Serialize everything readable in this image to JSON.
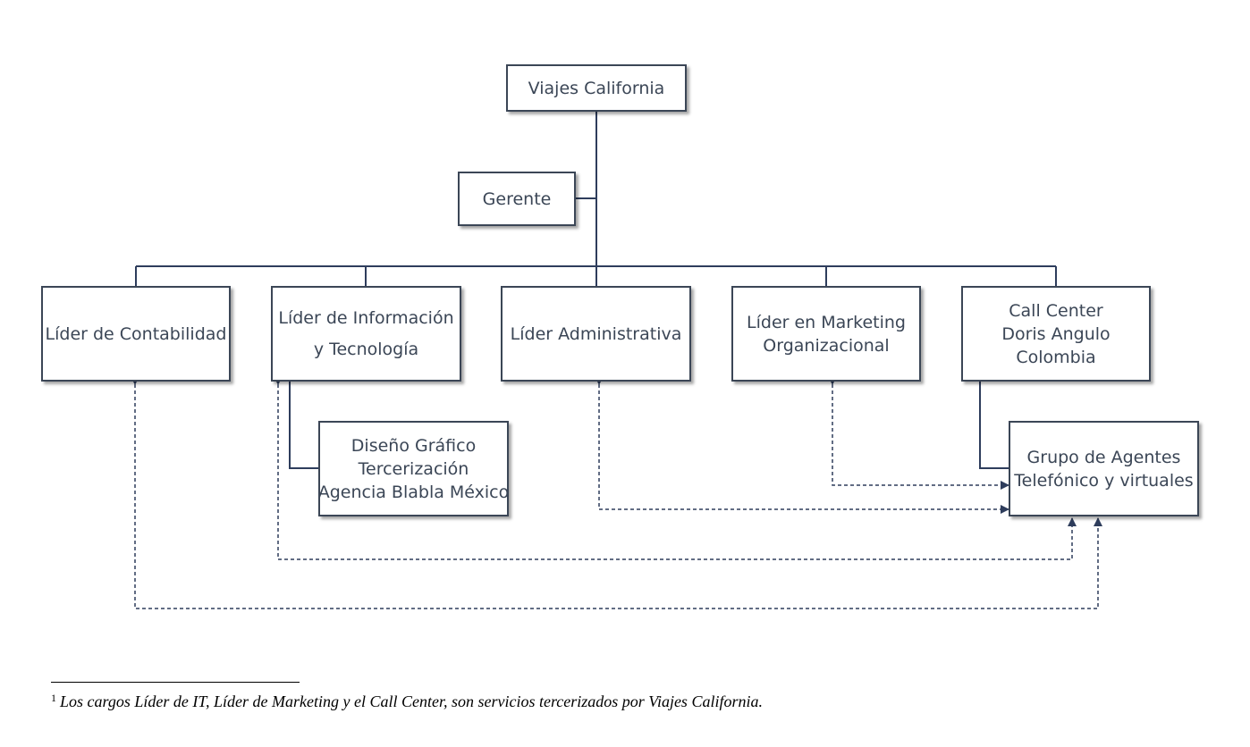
{
  "colors": {
    "node_border": "#3b4656",
    "connector": "#2e3d5c",
    "text": "#3b4656"
  },
  "nodes": {
    "root": {
      "lines": [
        "Viajes California"
      ]
    },
    "gerente": {
      "lines": [
        "Gerente"
      ]
    },
    "contabilidad": {
      "lines": [
        "Líder de Contabilidad"
      ]
    },
    "informacion": {
      "lines": [
        "Líder de Información",
        "y Tecnología"
      ]
    },
    "administrativa": {
      "lines": [
        "Líder Administrativa"
      ]
    },
    "marketing": {
      "lines": [
        "Líder en Marketing",
        "Organizacional"
      ]
    },
    "callcenter": {
      "lines": [
        "Call Center",
        "Doris Angulo",
        "Colombia"
      ]
    },
    "diseno": {
      "lines": [
        "Diseño Gráfico",
        "Tercerización",
        "Agencia Blabla México"
      ]
    },
    "agentes": {
      "lines": [
        "Grupo de Agentes",
        "Telefónico y virtuales"
      ]
    }
  },
  "footnote": {
    "marker": "1",
    "text": "Los cargos Líder de IT, Líder de Marketing y el Call Center, son servicios tercerizados por Viajes California."
  }
}
